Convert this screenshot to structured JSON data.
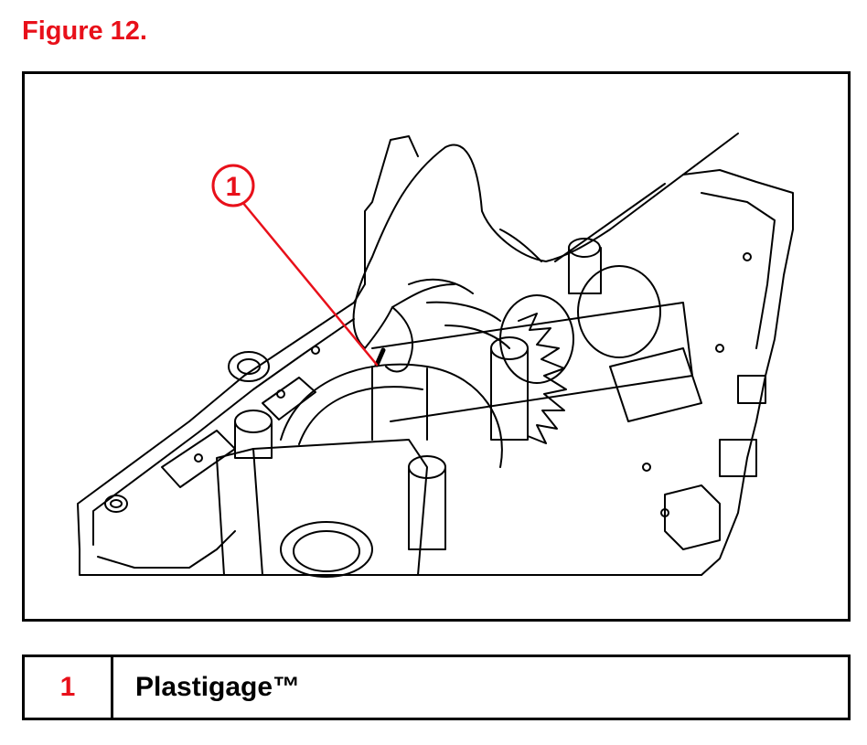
{
  "figure": {
    "title": "Figure 12."
  },
  "illustration": {
    "callout_number": "1",
    "callout_color": "#e8101a"
  },
  "legend": {
    "rows": [
      {
        "number": "1",
        "label": "Plastigage™"
      }
    ]
  },
  "colors": {
    "accent": "#e8101a",
    "line": "#000000"
  }
}
